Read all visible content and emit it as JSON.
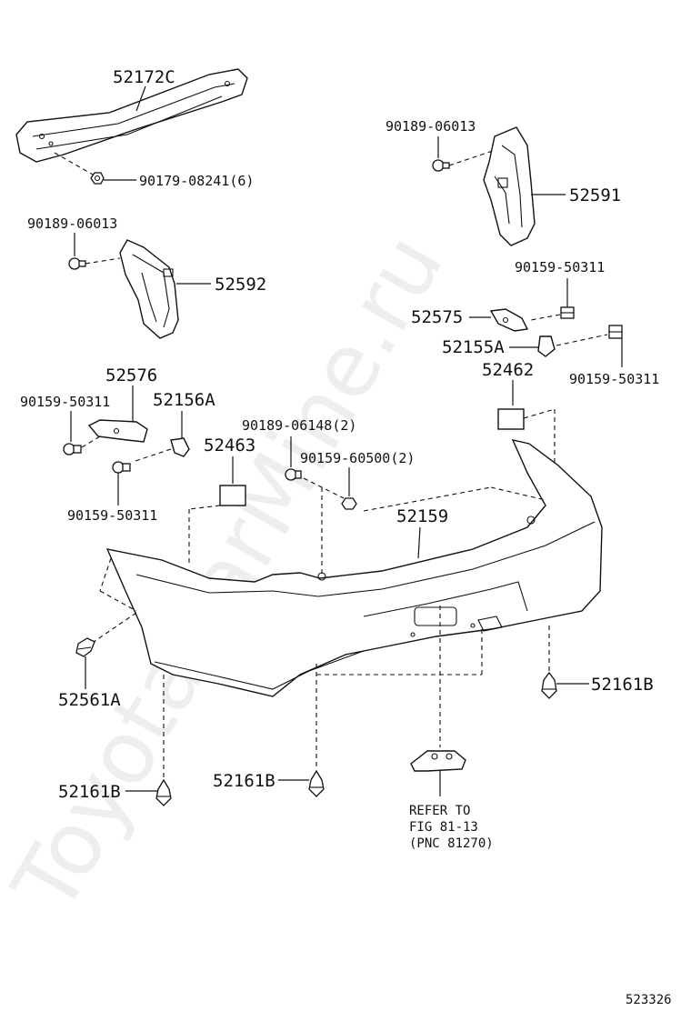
{
  "watermark": "ToyotaCarMine.ru",
  "diagram_id": "523326",
  "labels": {
    "p52172C": "52172C",
    "p90179_08241": "90179-08241(6)",
    "p90189_06013_left": "90189-06013",
    "p52592": "52592",
    "p90189_06013_right": "90189-06013",
    "p52591": "52591",
    "p90159_50311_a": "90159-50311",
    "p52575": "52575",
    "p52155A": "52155A",
    "p90159_50311_b": "90159-50311",
    "p52462": "52462",
    "p52576": "52576",
    "p90159_50311_c": "90159-50311",
    "p52156A": "52156A",
    "p52463": "52463",
    "p90189_06148": "90189-06148(2)",
    "p90159_60500": "90159-60500(2)",
    "p90159_50311_d": "90159-50311",
    "p52159": "52159",
    "p52561A": "52561A",
    "p52161B_right": "52161B",
    "p52161B_left": "52161B",
    "p52161B_mid": "52161B"
  },
  "reference": {
    "line1": "REFER TO",
    "line2": "FIG 81-13",
    "line3": "(PNC 81270)"
  }
}
